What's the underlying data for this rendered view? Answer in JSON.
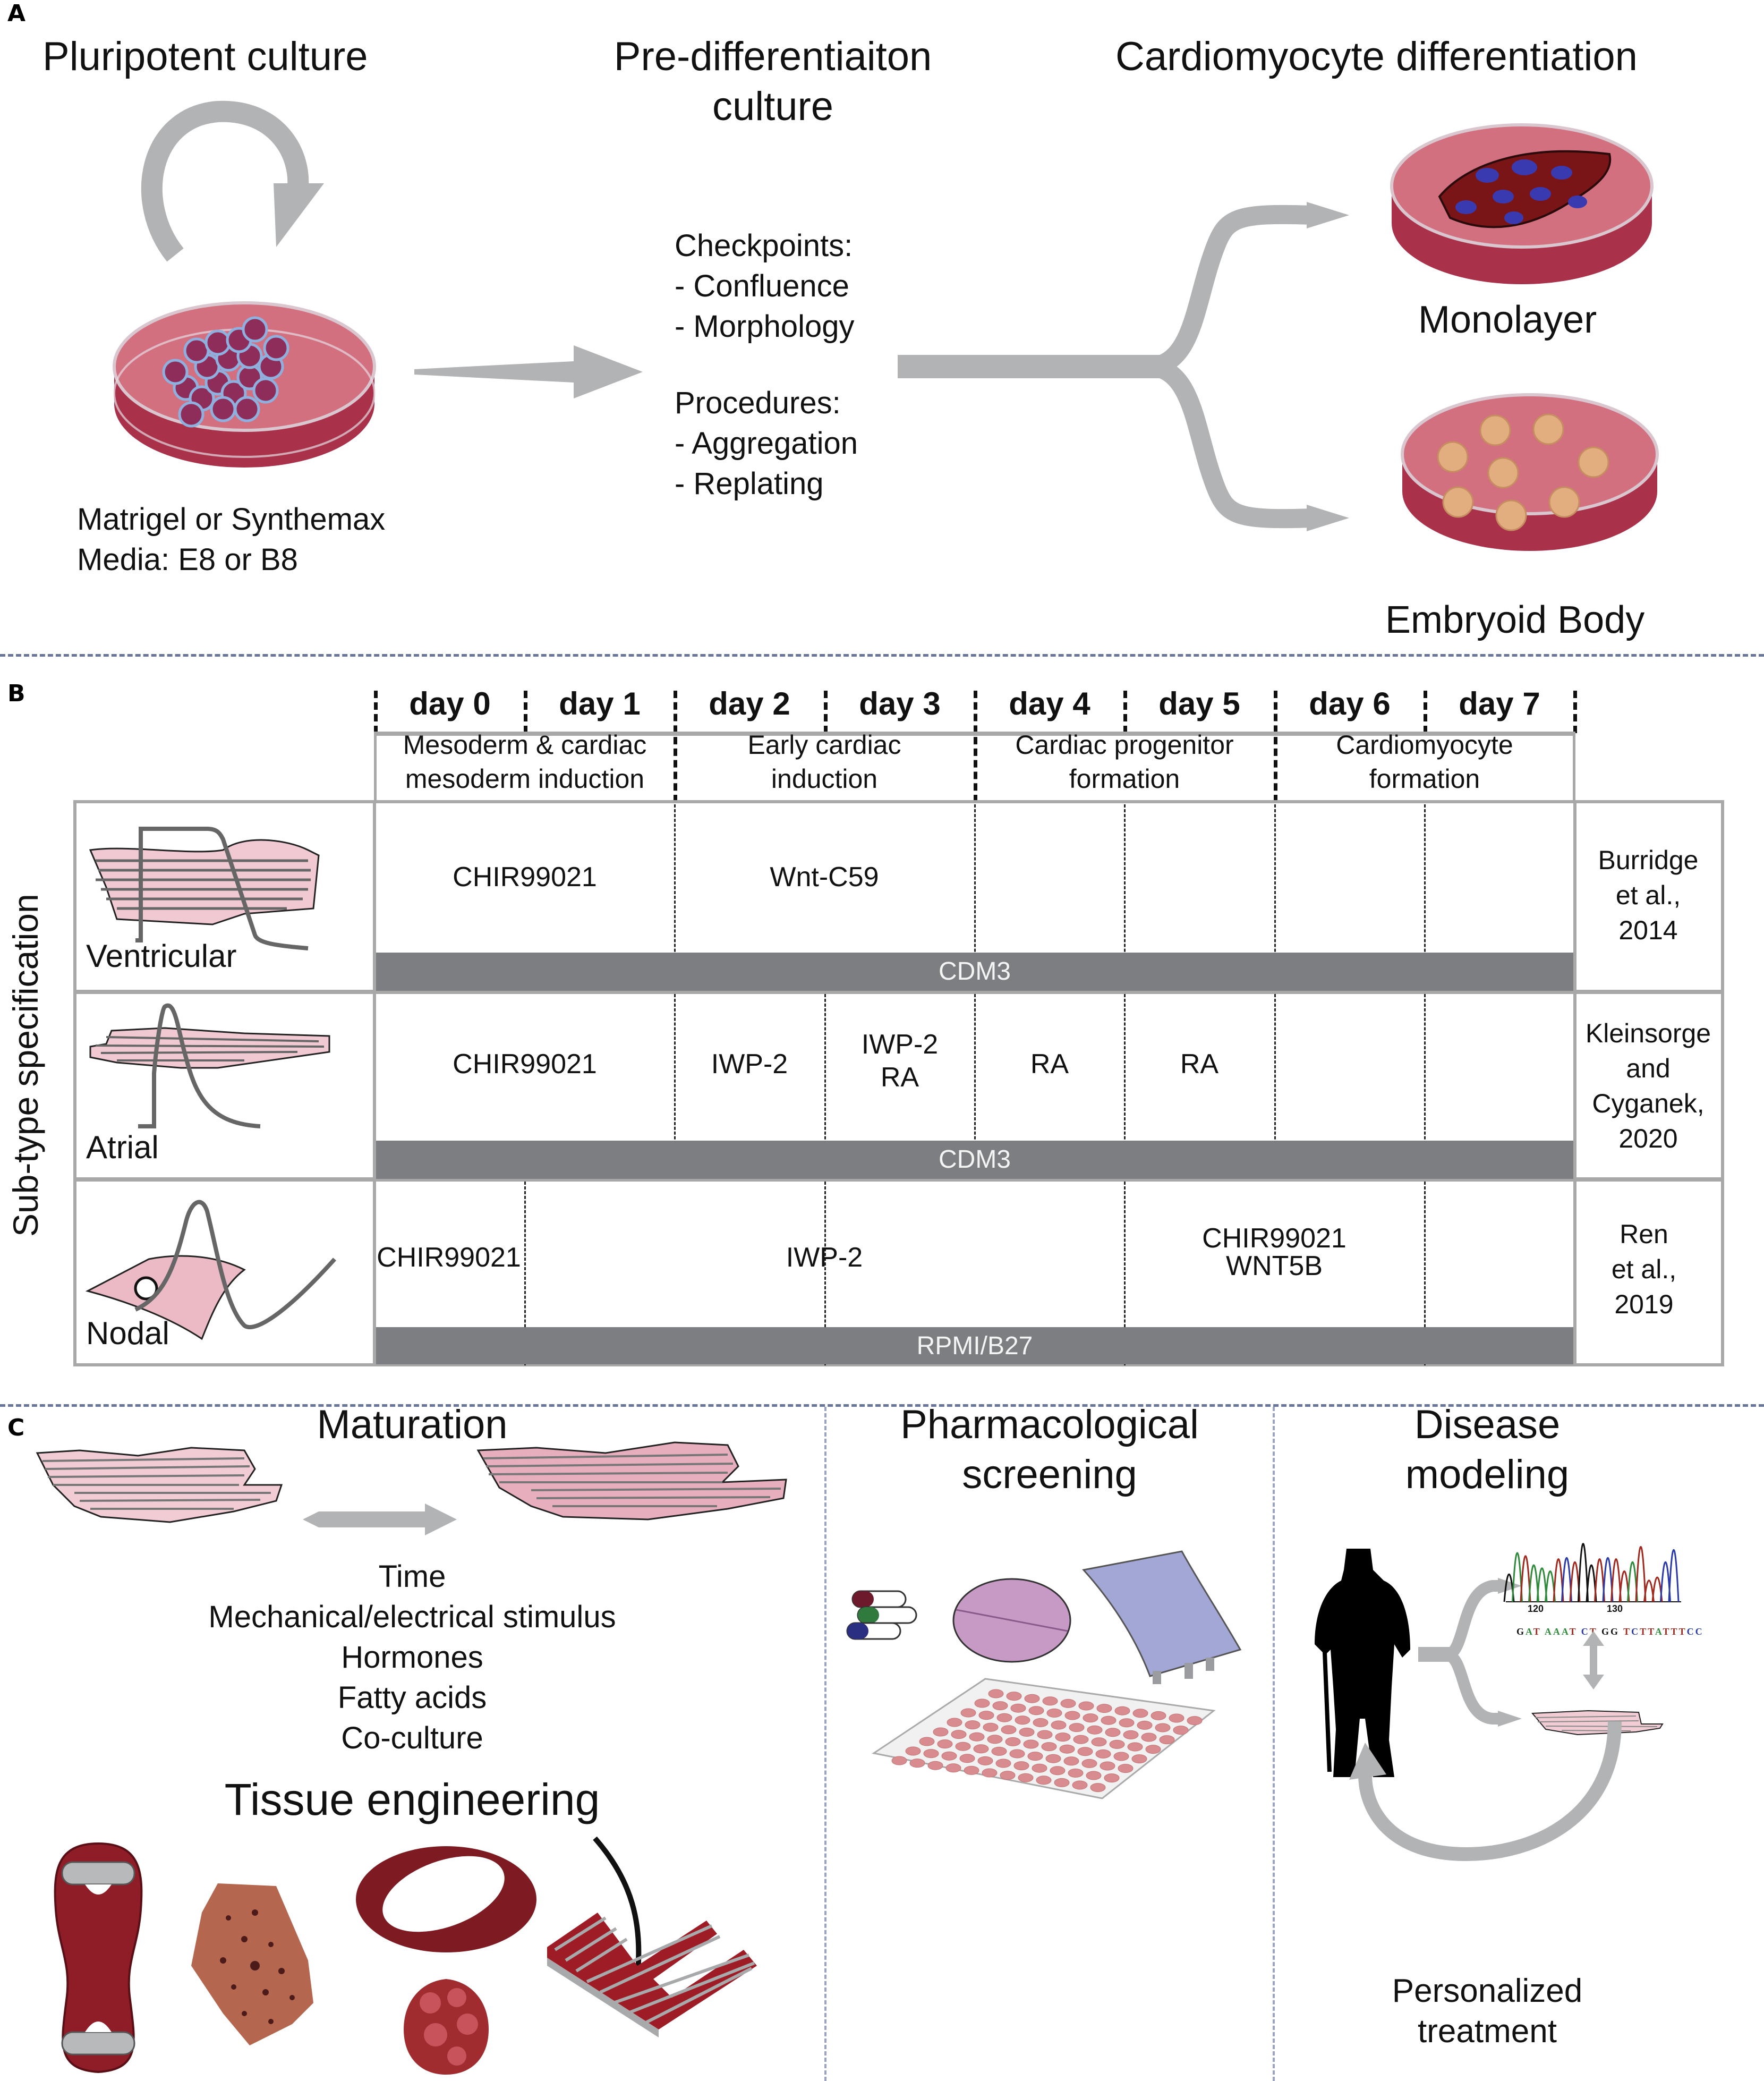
{
  "panels": {
    "a": {
      "letter": "A",
      "pluripotent": {
        "title": "Pluripotent culture",
        "notes": [
          "Matrigel or Synthemax",
          "Media: E8 or B8"
        ]
      },
      "pre_differentiation": {
        "title_line1": "Pre-differentiaiton",
        "title_line2": "culture",
        "checkpoints_header": "Checkpoints:",
        "checkpoints": [
          "- Confluence",
          "- Morphology"
        ],
        "procedures_header": "Procedures:",
        "procedures": [
          "- Aggregation",
          "- Replating"
        ]
      },
      "cardiomyocyte": {
        "title": "Cardiomyocyte differentiation",
        "outcomes": [
          "Monolayer",
          "Embryoid Body"
        ]
      }
    },
    "b": {
      "letter": "B",
      "side_label": "Sub-type specification",
      "days": [
        "day 0",
        "day 1",
        "day 2",
        "day 3",
        "day 4",
        "day 5",
        "day 6",
        "day 7"
      ],
      "phases": [
        {
          "line1": "Mesoderm & cardiac",
          "line2": "mesoderm induction"
        },
        {
          "line1": "Early cardiac",
          "line2": "induction"
        },
        {
          "line1": "Cardiac progenitor",
          "line2": "formation"
        },
        {
          "line1": "Cardiomyocyte",
          "line2": "formation"
        }
      ],
      "rows": [
        {
          "subtype": "Ventricular",
          "treatments": [
            {
              "label": "CHIR99021",
              "span": "day 0-1"
            },
            {
              "label": "Wnt-C59",
              "span": "day 2-3"
            }
          ],
          "medium": "CDM3",
          "reference": [
            "Burridge",
            "et al.,",
            "2014"
          ]
        },
        {
          "subtype": "Atrial",
          "treatments": [
            {
              "label": "CHIR99021",
              "span": "day 0-1"
            },
            {
              "label": "IWP-2",
              "span": "day 2"
            },
            {
              "label": "IWP-2",
              "label2": "RA",
              "span": "day 3"
            },
            {
              "label": "RA",
              "span": "day 4"
            },
            {
              "label": "RA",
              "span": "day 5"
            }
          ],
          "medium": "CDM3",
          "reference": [
            "Kleinsorge",
            "and",
            "Cyganek,",
            "2020"
          ]
        },
        {
          "subtype": "Nodal",
          "treatments": [
            {
              "label": "CHIR99021",
              "span": "day 0"
            },
            {
              "label": "IWP-2",
              "span": "day 1-4"
            },
            {
              "label": "CHIR99021",
              "label2": "WNT5B",
              "span": "day 5-6"
            }
          ],
          "medium": "RPMI/B27",
          "reference": [
            "Ren",
            "et al.,",
            "2019"
          ]
        }
      ]
    },
    "c": {
      "letter": "C",
      "maturation": {
        "title": "Maturation",
        "factors": [
          "Time",
          "Mechanical/electrical stimulus",
          "Hormones",
          "Fatty acids",
          "Co-culture"
        ],
        "tissue_engineering_title": "Tissue engineering"
      },
      "screening": {
        "title_line1": "Pharmacological",
        "title_line2": "screening"
      },
      "disease": {
        "title_line1": "Disease",
        "title_line2": "modeling",
        "sequence_ticks": [
          "120",
          "130"
        ],
        "sequence_bases": "GAT AAAT CT GG TCTTATTTCC",
        "loop_line1": "Personalized",
        "loop_line2": "treatment"
      }
    }
  },
  "colors": {
    "arrow_gray": "#b2b3b5",
    "media_bar": "#7d7e82",
    "divider": "#6a7699",
    "dish_red": "#b23a4f",
    "dish_pink": "#d3737f",
    "tissue_red": "#8e1d28"
  }
}
